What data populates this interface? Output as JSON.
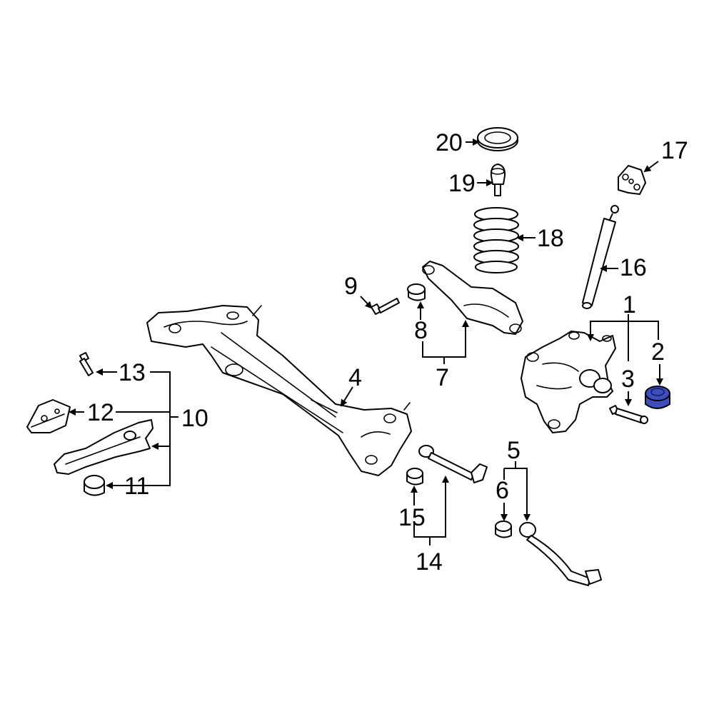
{
  "callouts": {
    "c1": "1",
    "c2": "2",
    "c3": "3",
    "c4": "4",
    "c5": "5",
    "c6": "6",
    "c7": "7",
    "c8": "8",
    "c9": "9",
    "c10": "10",
    "c11": "11",
    "c12": "12",
    "c13": "13",
    "c14": "14",
    "c15": "15",
    "c16": "16",
    "c17": "17",
    "c18": "18",
    "c19": "19",
    "c20": "20"
  },
  "colors": {
    "line": "#000000",
    "highlight": "#3d4fbf",
    "background": "#ffffff"
  },
  "highlighted_part": "2"
}
